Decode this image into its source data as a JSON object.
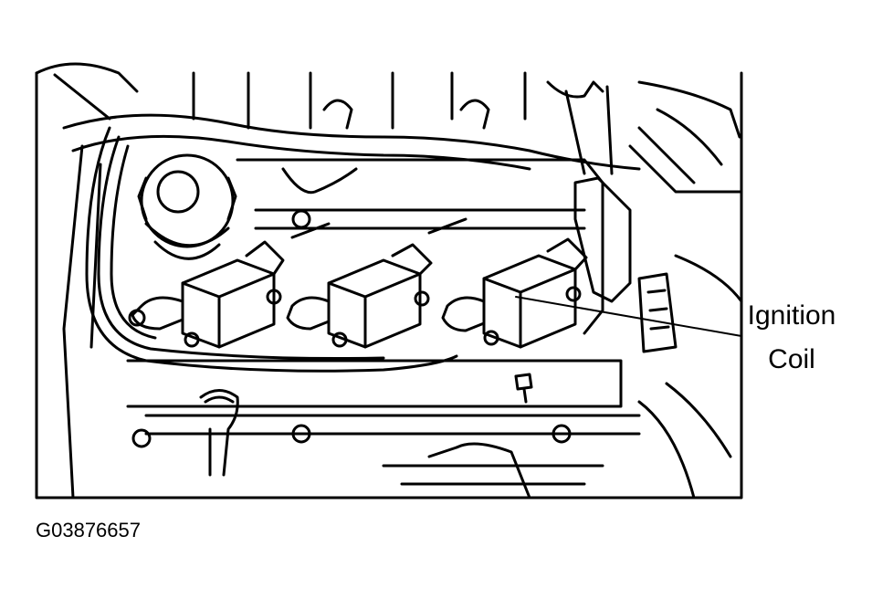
{
  "figure": {
    "id": "G03876657",
    "callouts": [
      {
        "line1": "Ignition",
        "line2": "Coil"
      }
    ]
  },
  "colors": {
    "ink": "#000000",
    "paper": "#ffffff"
  },
  "icons": [
    "ignition-coil-icon",
    "oil-filler-cap-icon",
    "dipstick-icon",
    "bolt-icon"
  ]
}
